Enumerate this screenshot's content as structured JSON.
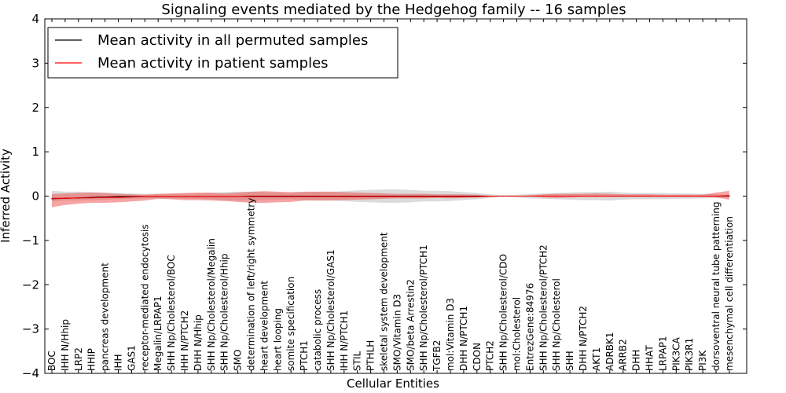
{
  "chart_data": {
    "type": "line",
    "title": "Signaling events mediated by the Hedgehog family -- 16 samples",
    "xlabel": "Cellular Entities",
    "ylabel": "Inferred Activity",
    "ylim": [
      -4,
      4
    ],
    "yticks": [
      4,
      3,
      2,
      1,
      0,
      -1,
      -2,
      -3,
      -4
    ],
    "ytick_labels": [
      "4",
      "3",
      "2",
      "1",
      "0",
      "−1",
      "−2",
      "−3",
      "−4"
    ],
    "legend_position": "upper-left",
    "grid": false,
    "categories": [
      "BOC",
      "IHH N/Hhip",
      "LRP2",
      "HHIP",
      "pancreas development",
      "IHH",
      "GAS1",
      "receptor-mediated endocytosis",
      "Megalin/LRPAP1",
      "SHH Np/Cholesterol/BOC",
      "IHH N/PTCH2",
      "DHH N/Hhip",
      "SHH Np/Cholesterol/Megalin",
      "SHH Np/Cholesterol/Hhip",
      "SMO",
      "determination of left/right symmetry",
      "heart development",
      "heart looping",
      "somite specification",
      "PTCH1",
      "catabolic process",
      "SHH Np/Cholesterol/GAS1",
      "IHH N/PTCH1",
      "STIL",
      "PTHLH",
      "skeletal system development",
      "SMO/Vitamin D3",
      "SMO/beta Arrestin2",
      "SHH Np/Cholesterol/PTCH1",
      "TGFB2",
      "mol:Vitamin D3",
      "DHH N/PTCH1",
      "CDON",
      "PTCH2",
      "SHH Np/Cholesterol/CDO",
      "mol:Cholesterol",
      "EntrezGene:84976",
      "SHH Np/Cholesterol/PTCH2",
      "SHH Np/Cholesterol",
      "SHH",
      "DHH N/PTCH2",
      "AKT1",
      "ADRBK1",
      "ARRB2",
      "DHH",
      "HHAT",
      "LRPAP1",
      "PIK3CA",
      "PIK3R1",
      "PI3K",
      "dorsoventral neural tube patterning",
      "mesenchymal cell differentiation"
    ],
    "series": [
      {
        "name": "Mean activity in all permuted samples",
        "color": "#000000",
        "values": [
          -0.06,
          -0.05,
          -0.04,
          -0.03,
          -0.02,
          -0.01,
          -0.01,
          -0.01,
          -0.01,
          -0.01,
          -0.01,
          -0.01,
          -0.01,
          -0.01,
          -0.01,
          0,
          0,
          0,
          0,
          0,
          0,
          0,
          0,
          0,
          0,
          0,
          0,
          0,
          0,
          0,
          0,
          0,
          0,
          0,
          0,
          0,
          0,
          0,
          0,
          0,
          0,
          0,
          0,
          0,
          0,
          0,
          0,
          0,
          0,
          0,
          0,
          0
        ],
        "band_lower": [
          -0.12,
          -0.1,
          -0.1,
          -0.09,
          -0.08,
          -0.07,
          -0.06,
          -0.05,
          -0.05,
          -0.05,
          -0.06,
          -0.06,
          -0.07,
          -0.09,
          -0.1,
          -0.1,
          -0.09,
          -0.08,
          -0.07,
          -0.09,
          -0.1,
          -0.1,
          -0.11,
          -0.13,
          -0.14,
          -0.15,
          -0.15,
          -0.14,
          -0.12,
          -0.12,
          -0.11,
          -0.09,
          -0.07,
          -0.04,
          -0.02,
          -0.03,
          -0.05,
          -0.06,
          -0.07,
          -0.08,
          -0.09,
          -0.09,
          -0.1,
          -0.08,
          -0.07,
          -0.07,
          -0.07,
          -0.06,
          -0.06,
          -0.05,
          -0.04,
          -0.03
        ],
        "band_upper": [
          0.12,
          0.1,
          0.1,
          0.09,
          0.08,
          0.07,
          0.06,
          0.05,
          0.05,
          0.05,
          0.06,
          0.06,
          0.07,
          0.09,
          0.1,
          0.1,
          0.09,
          0.08,
          0.07,
          0.09,
          0.1,
          0.1,
          0.11,
          0.13,
          0.14,
          0.15,
          0.15,
          0.14,
          0.12,
          0.12,
          0.11,
          0.09,
          0.07,
          0.04,
          0.02,
          0.03,
          0.05,
          0.06,
          0.07,
          0.08,
          0.09,
          0.09,
          0.1,
          0.08,
          0.07,
          0.07,
          0.07,
          0.06,
          0.06,
          0.05,
          0.04,
          0.03
        ]
      },
      {
        "name": "Mean activity in patient samples",
        "color": "#ff0000",
        "values": [
          -0.05,
          -0.05,
          -0.04,
          -0.04,
          -0.03,
          -0.03,
          -0.02,
          -0.01,
          -0.01,
          -0.01,
          -0.01,
          -0.01,
          -0.01,
          -0.01,
          -0.01,
          -0.01,
          -0.01,
          -0.01,
          -0.01,
          -0.01,
          -0.01,
          -0.01,
          -0.01,
          -0.01,
          -0.01,
          -0.01,
          -0.01,
          -0.01,
          -0.01,
          -0.01,
          -0.01,
          -0.01,
          -0.01,
          0,
          0,
          0,
          0,
          0,
          0,
          0,
          0,
          0,
          0,
          0,
          0,
          0,
          0,
          0,
          0,
          0,
          0,
          0.01
        ],
        "band_lower": [
          -0.25,
          -0.2,
          -0.17,
          -0.15,
          -0.15,
          -0.14,
          -0.12,
          -0.1,
          -0.06,
          -0.07,
          -0.09,
          -0.09,
          -0.1,
          -0.11,
          -0.13,
          -0.15,
          -0.15,
          -0.14,
          -0.13,
          -0.1,
          -0.1,
          -0.1,
          -0.09,
          -0.08,
          -0.07,
          -0.06,
          -0.05,
          -0.05,
          -0.05,
          -0.04,
          -0.05,
          -0.04,
          -0.03,
          -0.02,
          0,
          0,
          -0.01,
          -0.03,
          -0.04,
          -0.03,
          -0.02,
          -0.02,
          -0.02,
          -0.02,
          -0.02,
          -0.02,
          -0.02,
          -0.02,
          -0.02,
          -0.02,
          -0.03,
          -0.08
        ],
        "band_upper": [
          0.05,
          0.06,
          0.07,
          0.08,
          0.07,
          0.05,
          0.04,
          0.03,
          0.05,
          0.06,
          0.07,
          0.08,
          0.08,
          0.06,
          0.08,
          0.1,
          0.11,
          0.1,
          0.09,
          0.1,
          0.1,
          0.1,
          0.09,
          0.08,
          0.07,
          0.06,
          0.05,
          0.05,
          0.05,
          0.04,
          0.04,
          0.04,
          0.03,
          0.01,
          0,
          0,
          0.02,
          0.04,
          0.05,
          0.05,
          0.05,
          0.06,
          0.05,
          0.04,
          0.04,
          0.04,
          0.03,
          0.03,
          0.03,
          0.03,
          0.08,
          0.12
        ]
      }
    ]
  }
}
